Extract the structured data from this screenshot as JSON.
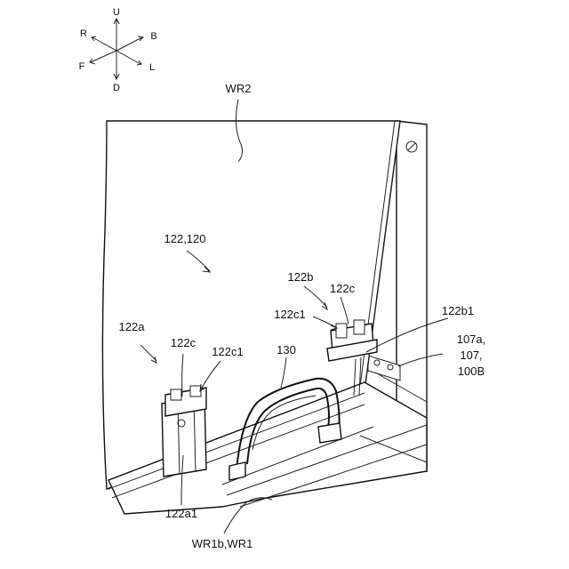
{
  "compass": {
    "up": "U",
    "down": "D",
    "right": "R",
    "left": "L",
    "front": "F",
    "back": "B"
  },
  "labels": {
    "wr2": "WR2",
    "assembly": "122,120",
    "support_b": "122b",
    "hook_c_right": "122c",
    "hook_c1_right": "122c1",
    "bracket_b1": "122b1",
    "frame_line1": "107a,",
    "frame_line2": "107,",
    "frame_line3": "100B",
    "support_a": "122a",
    "hook_c_left": "122c",
    "hook_c1_left": "122c1",
    "handle": "130",
    "base_a1": "122a1",
    "rail": "WR1b,WR1"
  }
}
